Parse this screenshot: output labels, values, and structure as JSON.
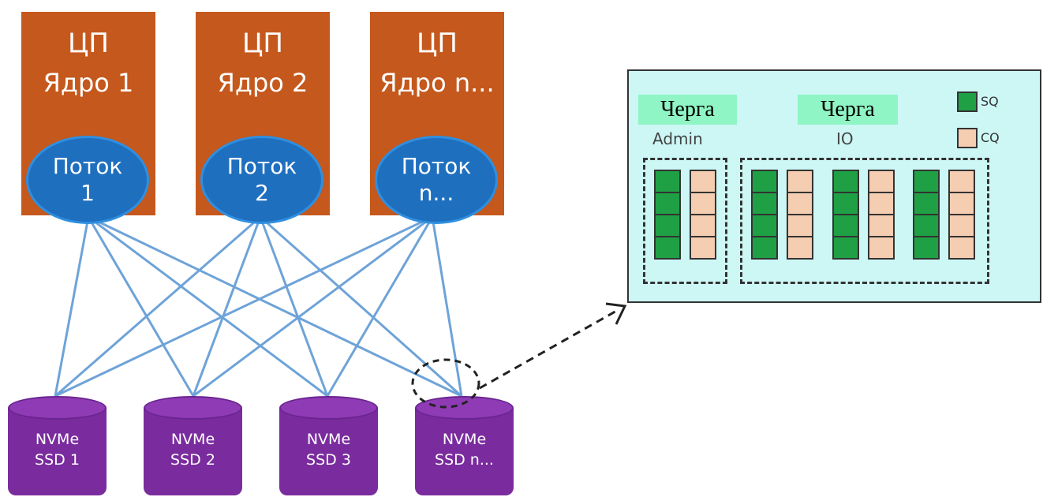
{
  "cores": [
    {
      "title": "ЦП",
      "core": "Ядро 1",
      "thread_l1": "Поток",
      "thread_l2": "1"
    },
    {
      "title": "ЦП",
      "core": "Ядро 2",
      "thread_l1": "Поток",
      "thread_l2": "2"
    },
    {
      "title": "ЦП",
      "core": "Ядро n...",
      "thread_l1": "Поток",
      "thread_l2": "n..."
    }
  ],
  "ssds": [
    {
      "l1": "NVMe",
      "l2": "SSD 1"
    },
    {
      "l1": "NVMe",
      "l2": "SSD 2"
    },
    {
      "l1": "NVMe",
      "l2": "SSD 3"
    },
    {
      "l1": "NVMe",
      "l2": "SSD n..."
    }
  ],
  "panel": {
    "admin_label": "Черга",
    "admin_sub": "Admin",
    "io_label": "Черга",
    "io_sub": "IO",
    "legend": [
      {
        "label": "SQ",
        "color": "#1fa045"
      },
      {
        "label": "CQ",
        "color": "#f5cdb1"
      }
    ]
  },
  "colors": {
    "core": "#c5581c",
    "thread": "#1f6fbf",
    "ssd": "#7a2c9e",
    "link": "#6ea3d8",
    "panel": "#ccf7f5"
  }
}
